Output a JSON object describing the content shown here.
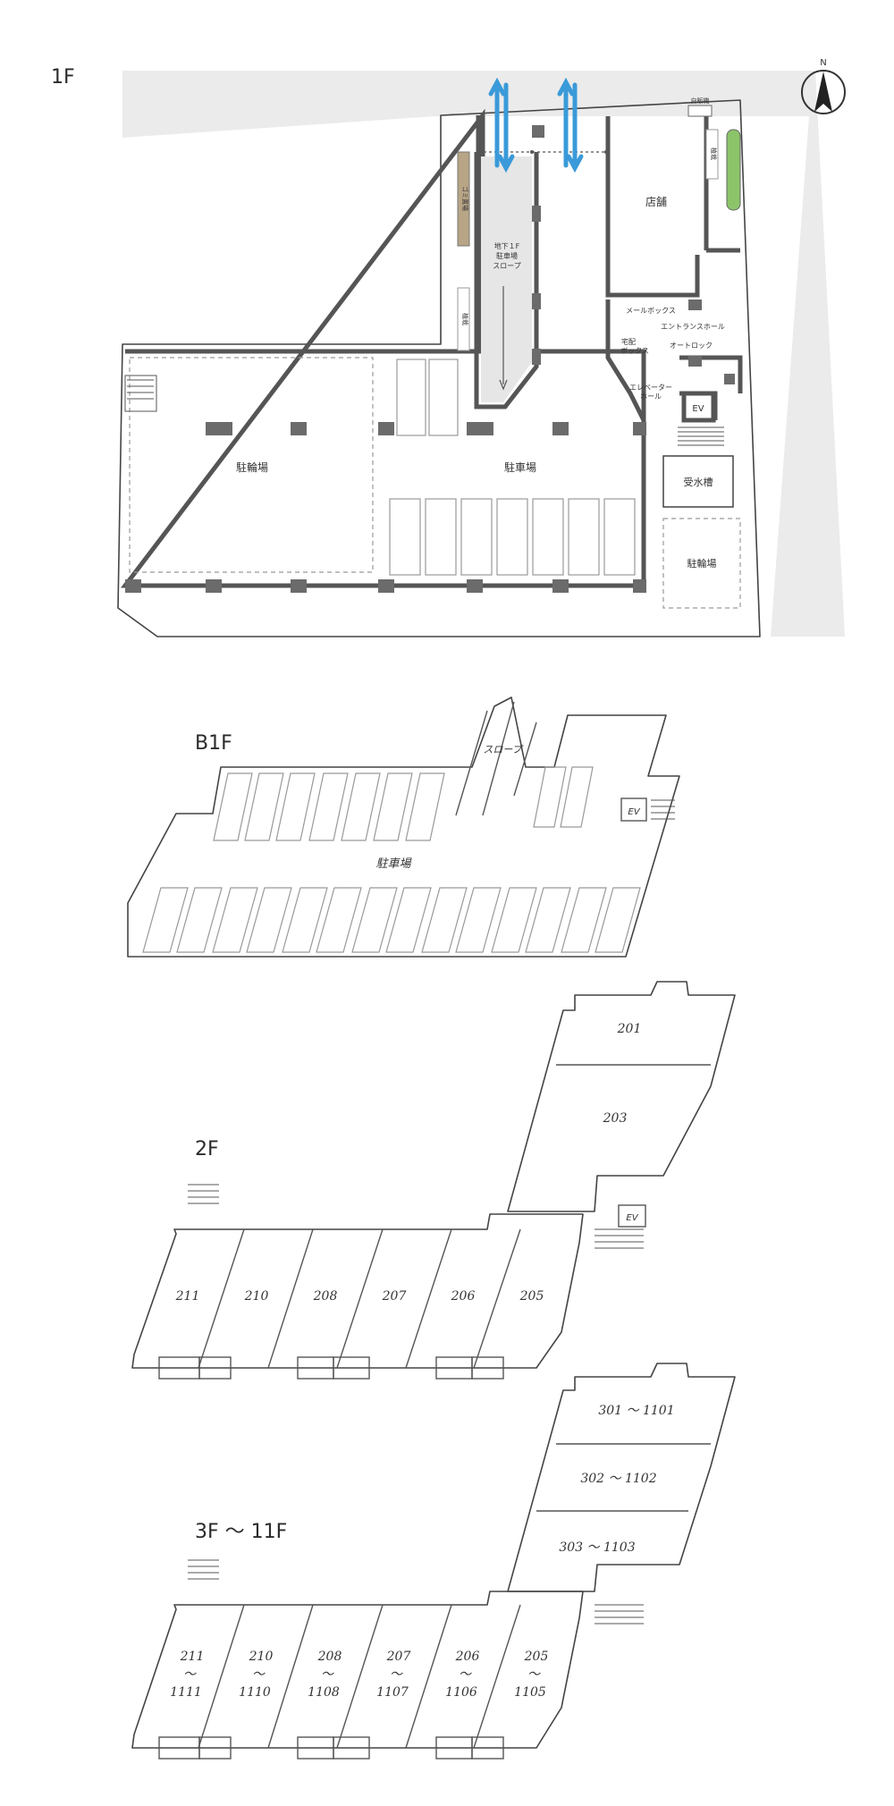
{
  "floors": {
    "f1": {
      "title": "1F",
      "labels": {
        "shop": "店舗",
        "bike_parking_main": "駐輪場",
        "parking": "駐車場",
        "mailbox": "メールボックス",
        "entrance_hall": "エントランスホール",
        "delivery_box_l1": "宅配",
        "delivery_box_l2": "ボックス",
        "autolock": "オートロック",
        "elevator_hall_l1": "エレベーター",
        "elevator_hall_l2": "ホール",
        "ev": "EV",
        "water_tank": "受水槽",
        "bike_parking_sub": "駐輪場",
        "vending": "自販機",
        "slope_l1": "地下１F",
        "slope_l2": "駐車場",
        "slope_l3": "スロープ",
        "planter_left": "植栽",
        "planter_right": "植栽",
        "garbage": "ゴミ置場"
      },
      "compass_letter": "N"
    },
    "b1": {
      "title": "B1F",
      "labels": {
        "slope": "スロープ",
        "parking": "駐車場",
        "ev": "EV"
      }
    },
    "f2": {
      "title": "2F",
      "ev": "EV",
      "rooms": [
        "201",
        "203",
        "211",
        "210",
        "208",
        "207",
        "206",
        "205"
      ]
    },
    "f3": {
      "title": "3F 〜 11F",
      "rooms_top": [
        "301 〜 1101",
        "302 〜 1102",
        "303 〜 1103"
      ],
      "rooms_bottom": [
        {
          "top": "211",
          "mid": "〜",
          "bot": "1111"
        },
        {
          "top": "210",
          "mid": "〜",
          "bot": "1110"
        },
        {
          "top": "208",
          "mid": "〜",
          "bot": "1108"
        },
        {
          "top": "207",
          "mid": "〜",
          "bot": "1107"
        },
        {
          "top": "206",
          "mid": "〜",
          "bot": "1106"
        },
        {
          "top": "205",
          "mid": "〜",
          "bot": "1105"
        }
      ]
    }
  },
  "colors": {
    "arrow": "#3a9ad9",
    "planter": "#8cc46a",
    "garbage": "#b8a586",
    "road": "#ebebeb"
  }
}
